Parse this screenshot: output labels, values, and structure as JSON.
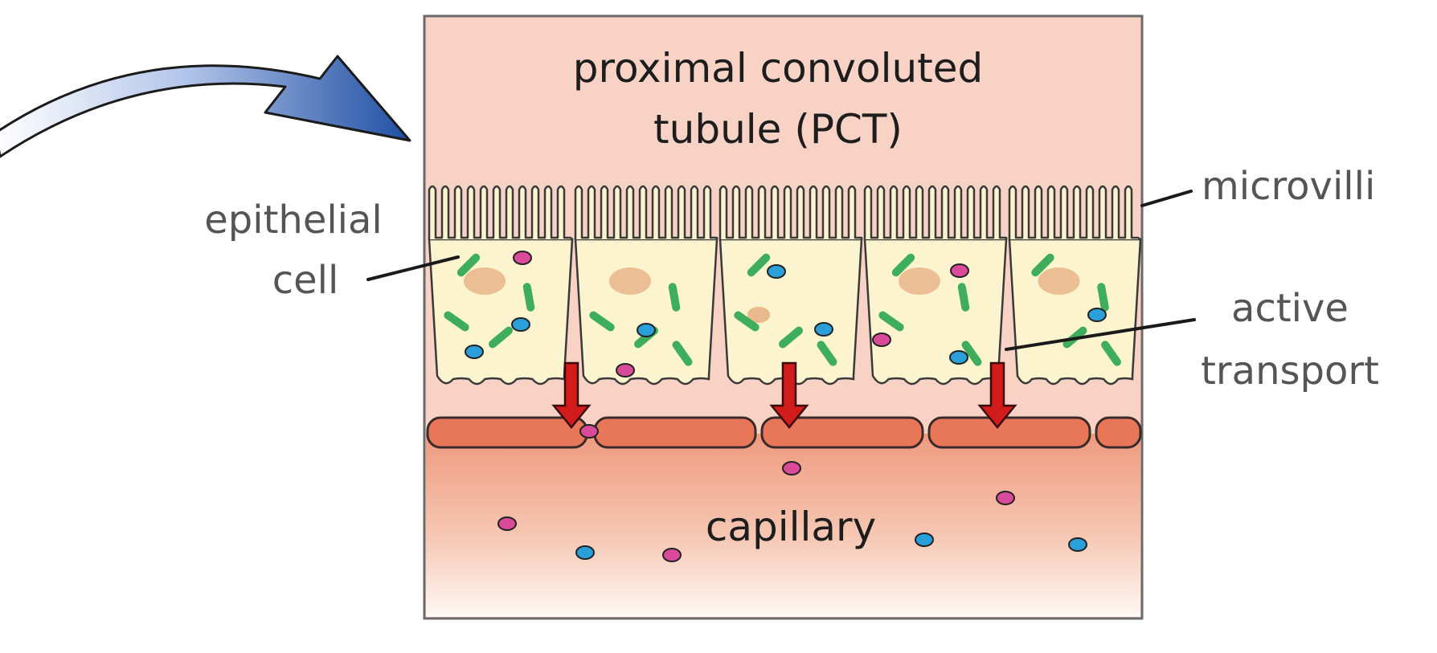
{
  "diagram": {
    "title_line1": "proximal convoluted",
    "title_line2": "tubule (PCT)",
    "capillary_label": "capillary",
    "labels": {
      "epithelial_line1": "epithelial",
      "epithelial_line2": "cell",
      "microvilli": "microvilli",
      "active_line1": "active",
      "active_line2": "transport"
    }
  },
  "colors": {
    "lumen": "#f7d2c5",
    "cell": "#fbf4cf",
    "nucleus": "#e9b88c",
    "mitochondria": "#3fae5c",
    "capillary_wall": "#e8775a",
    "capillary_top": "#ef9a7e",
    "arrow_red": "#d21b1b",
    "blue_particle": "#2b9fd9",
    "pink_particle": "#d94a9a",
    "curved_arrow": "#1f4fa3"
  }
}
